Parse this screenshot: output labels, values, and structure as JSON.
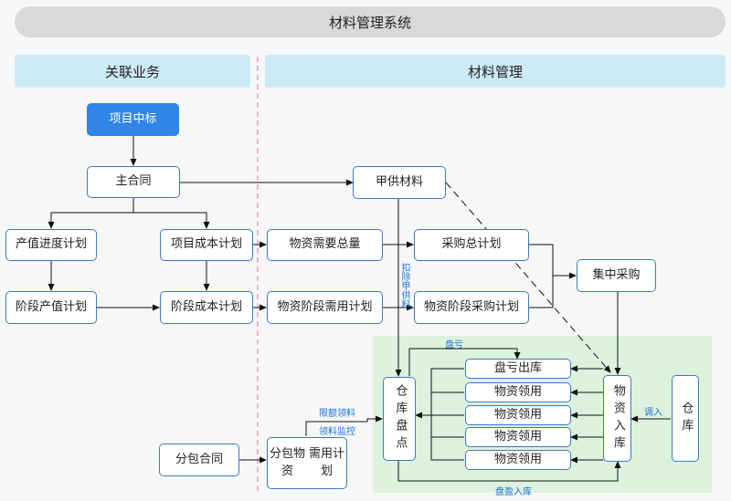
{
  "title": "材料管理系统",
  "sections": {
    "left": "关联业务",
    "right": "材料管理"
  },
  "nodes": {
    "bid": "项目中标",
    "main_contract": "主合同",
    "output_plan": "产值进度计划",
    "cost_plan": "项目成本计划",
    "stage_output_plan": "阶段产值计划",
    "stage_cost_plan": "阶段成本计划",
    "sub_contract": "分包合同",
    "sub_demand_plan_l1": "分包物资",
    "sub_demand_plan_l2": "需用计划",
    "owner_supplied": "甲供材料",
    "total_demand": "物资需要总量",
    "total_purchase_plan": "采购总计划",
    "stage_demand_plan": "物资阶段需用计划",
    "stage_purchase_plan": "物资阶段采购计划",
    "central_purchase": "集中采购",
    "inventory_check": "仓库盘点",
    "loss_out": "盘亏出库",
    "requisition_1": "物资领用",
    "requisition_2": "物资领用",
    "requisition_3": "物资领用",
    "requisition_4": "物资领用",
    "material_in": "物资入库",
    "warehouse": "仓库"
  },
  "labels": {
    "deduct_owner_supplied": "扣除甲供料",
    "loss": "盘亏",
    "limit_requisition": "限额领料",
    "requisition_monitor": "领料监控",
    "transfer_in": "调入",
    "surplus_in": "盘盈入库"
  },
  "colors": {
    "box_border": "#3d7ac2",
    "primary": "#2f86e6",
    "section_bg": "#cdeaf7",
    "green_area": "#dcf2dc",
    "divider": "#e27b7b",
    "label_text": "#1a73d8"
  }
}
